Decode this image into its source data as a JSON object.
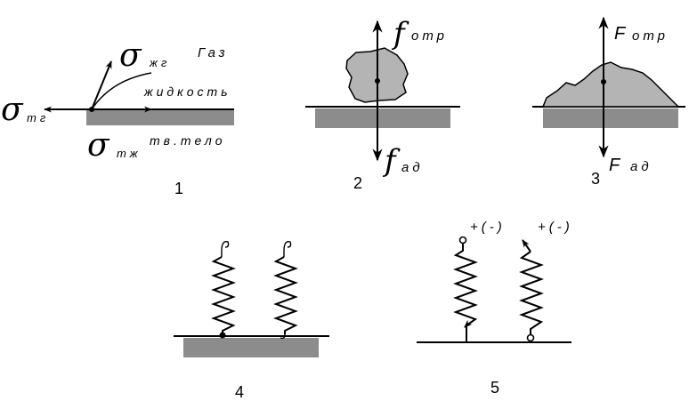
{
  "figures": [
    {
      "number": "1",
      "forces": {
        "liquid_gas": {
          "symbol": "σ",
          "sub": "жг"
        },
        "solid_gas": {
          "symbol": "σ",
          "sub": "тг"
        },
        "solid_liquid": {
          "symbol": "σ",
          "sub": "тж"
        }
      },
      "phases": {
        "gas": "Газ",
        "liquid": "жидкость",
        "solid": "тв.тело"
      }
    },
    {
      "number": "2",
      "forces": {
        "detach": {
          "symbol": "f",
          "sub": "отр"
        },
        "adhesion": {
          "symbol": "f",
          "sub": "ад"
        }
      }
    },
    {
      "number": "3",
      "forces": {
        "detach": {
          "symbol": "F",
          "sub": "отр"
        },
        "adhesion": {
          "symbol": "F",
          "sub": "ад"
        }
      }
    },
    {
      "number": "4"
    },
    {
      "number": "5",
      "charge_left": "+(-)",
      "charge_right": "+(-)"
    }
  ]
}
